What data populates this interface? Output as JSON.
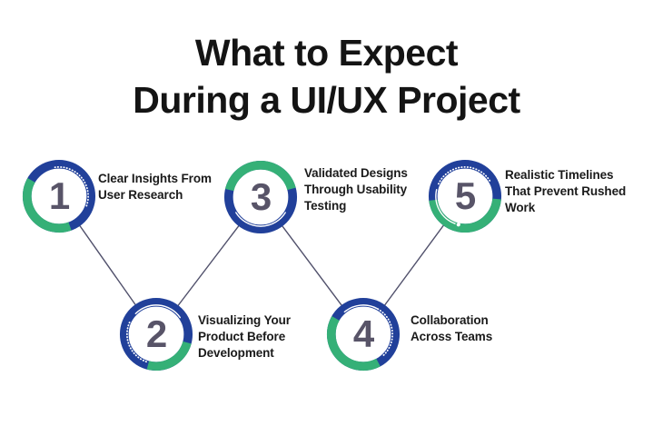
{
  "title": {
    "line1": "What to Expect",
    "line2": "During a UI/UX Project"
  },
  "steps": [
    {
      "number": "1",
      "lines": [
        "Clear Insights From",
        "User Research"
      ]
    },
    {
      "number": "2",
      "lines": [
        "Visualizing Your",
        "Product Before",
        "Development"
      ]
    },
    {
      "number": "3",
      "lines": [
        "Validated Designs",
        "Through Usability",
        "Testing"
      ]
    },
    {
      "number": "4",
      "lines": [
        "Collaboration",
        "Across Teams"
      ]
    },
    {
      "number": "5",
      "lines": [
        "Realistic Timelines",
        "That Prevent Rushed",
        "Work"
      ]
    }
  ],
  "colors": {
    "ring_blue": "#21409a",
    "ring_green": "#35b077",
    "ring_detail_white": "#ffffff",
    "number_text": "#585468",
    "connector_line": "#50506b",
    "title_text": "#141414",
    "label_text": "#1a1a1a",
    "background": "#ffffff"
  }
}
